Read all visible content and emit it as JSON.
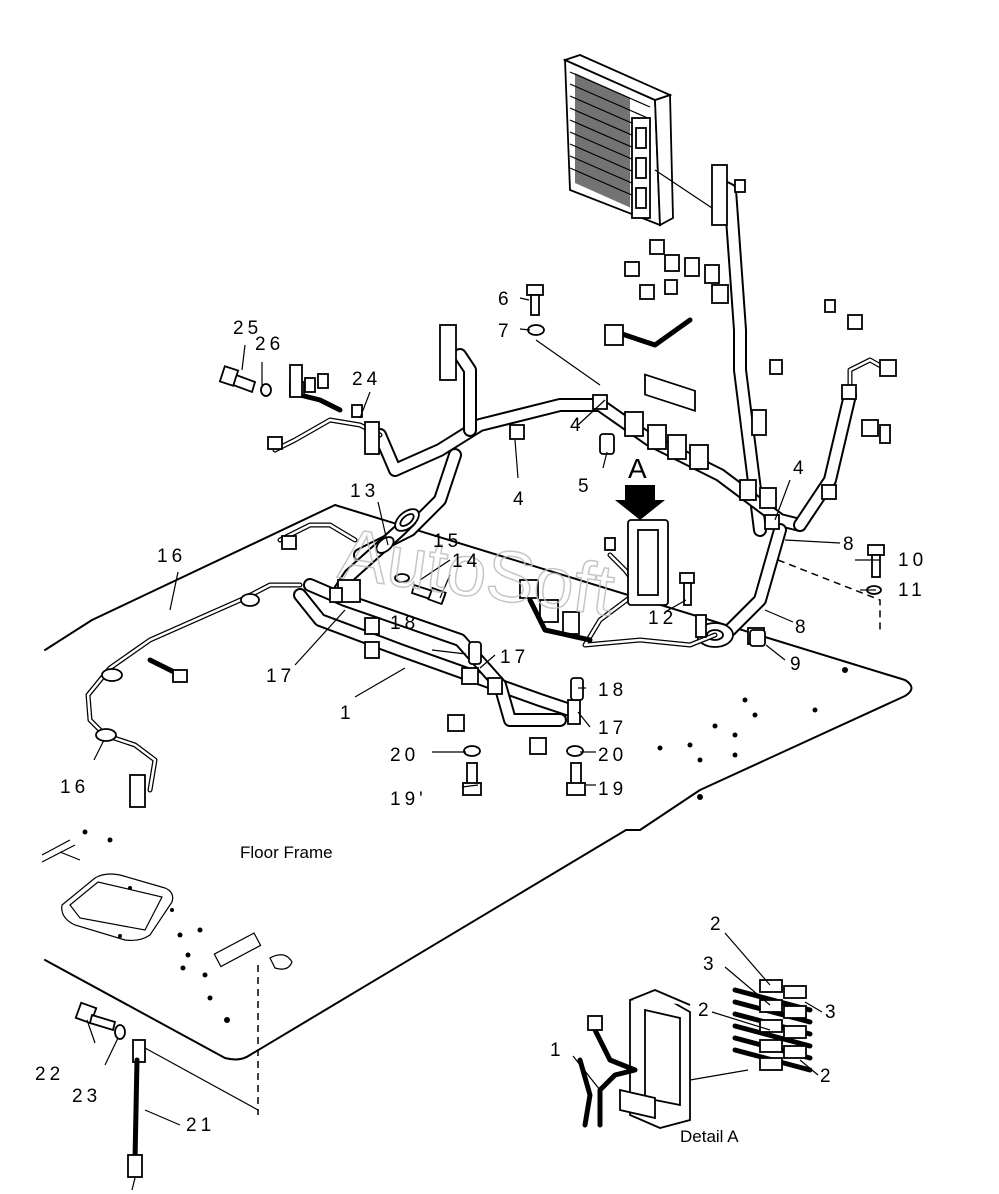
{
  "captions": {
    "floor_frame": "Floor Frame",
    "detail_a": "Detail A",
    "view_marker": "A"
  },
  "watermark": "AutoSoft",
  "callouts": {
    "p1a": "1",
    "p1b": "1",
    "p2a": "2",
    "p2b": "2",
    "p2c": "2",
    "p3a": "3",
    "p3b": "3",
    "p4a": "4",
    "p4b": "4",
    "p4c": "4",
    "p5": "5",
    "p6": "6",
    "p7": "7",
    "p8a": "8",
    "p8b": "8",
    "p9": "9",
    "p10": "10",
    "p11": "11",
    "p12": "12",
    "p13": "13",
    "p14": "14",
    "p15": "15",
    "p16a": "16",
    "p16b": "16",
    "p17a": "17",
    "p17b": "17",
    "p17c": "17",
    "p18a": "18",
    "p18b": "18",
    "p19a": "19'",
    "p19b": "19",
    "p20a": "20",
    "p20b": "20",
    "p21": "21",
    "p22": "22",
    "p23": "23",
    "p24": "24",
    "p25": "25",
    "p26": "26"
  },
  "colors": {
    "line": "#000000",
    "background": "#ffffff",
    "watermark": "#bdbdbd"
  }
}
